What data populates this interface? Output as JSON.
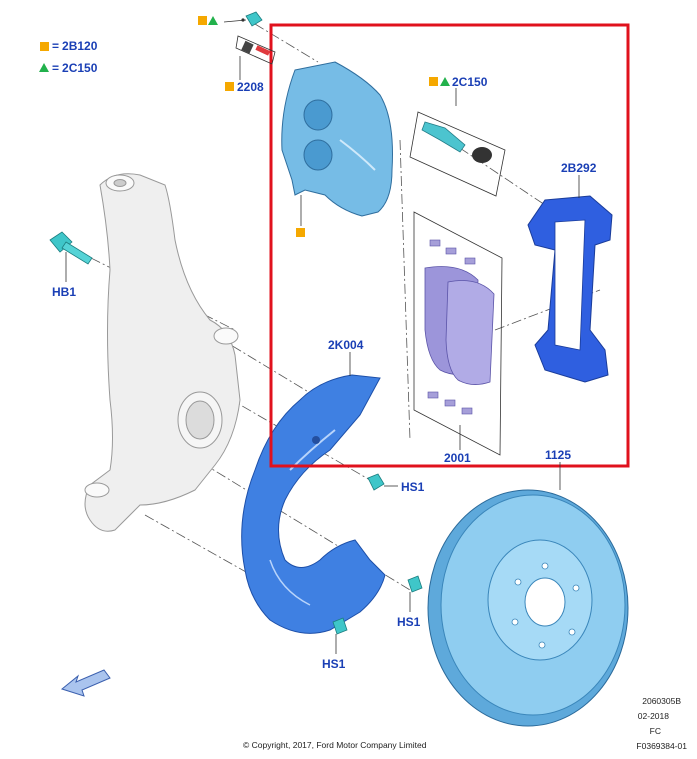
{
  "legend": {
    "square_code": "2B120",
    "triangle_code": "2C150",
    "equals": "="
  },
  "parts": {
    "caliper_bolt_marker": "",
    "bleeder": "2208",
    "guide_pin_kit": "2C150",
    "bracket": "2B292",
    "knuckle_bolt": "HB1",
    "splash_shield": "2K004",
    "pad_kit": "2001",
    "rotor": "1125",
    "screw_upper": "HS1",
    "screw_right": "HS1",
    "screw_lower": "HS1"
  },
  "footer": {
    "copyright": "© Copyright, 2017, Ford Motor Company Limited",
    "code1": "2060305B",
    "code2": "02-2018",
    "code3": "FC",
    "code4": "F0369384-01"
  },
  "colors": {
    "label_blue": "#1a3fb5",
    "highlight_red": "#e0111d",
    "marker_orange": "#f5a800",
    "marker_green": "#22b14c",
    "caliper_blue": "#6fb4e0",
    "bracket_blue": "#2f5fe0",
    "rotor_blue": "#7cc3ea",
    "shield_blue": "#3d7fe0",
    "pad_purple": "#9a93d8",
    "knuckle_grey": "#eeeeee"
  }
}
